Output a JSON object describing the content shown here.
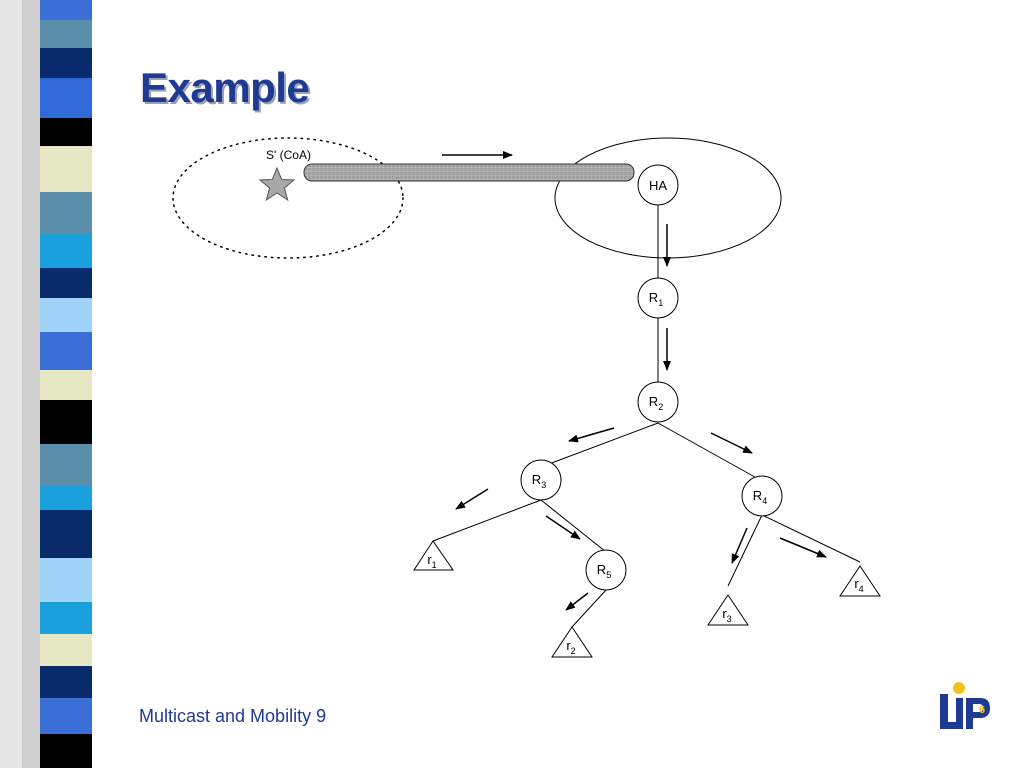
{
  "slide": {
    "title": "Example",
    "footer": "Multicast and Mobility 9"
  },
  "diagram": {
    "source_label": "S' (CoA)",
    "home_agent": "HA",
    "routers": [
      {
        "base": "R",
        "sub": "1"
      },
      {
        "base": "R",
        "sub": "2"
      },
      {
        "base": "R",
        "sub": "3"
      },
      {
        "base": "R",
        "sub": "4"
      },
      {
        "base": "R",
        "sub": "5"
      }
    ],
    "receivers": [
      {
        "base": "r",
        "sub": "1"
      },
      {
        "base": "r",
        "sub": "2"
      },
      {
        "base": "r",
        "sub": "3"
      },
      {
        "base": "r",
        "sub": "4"
      }
    ]
  },
  "logo": {
    "text": "LIP6",
    "color": "#1f3a93",
    "accent": "#f2c21b"
  },
  "colors": {
    "title": "#1f3a93",
    "footer": "#1f3a93"
  }
}
